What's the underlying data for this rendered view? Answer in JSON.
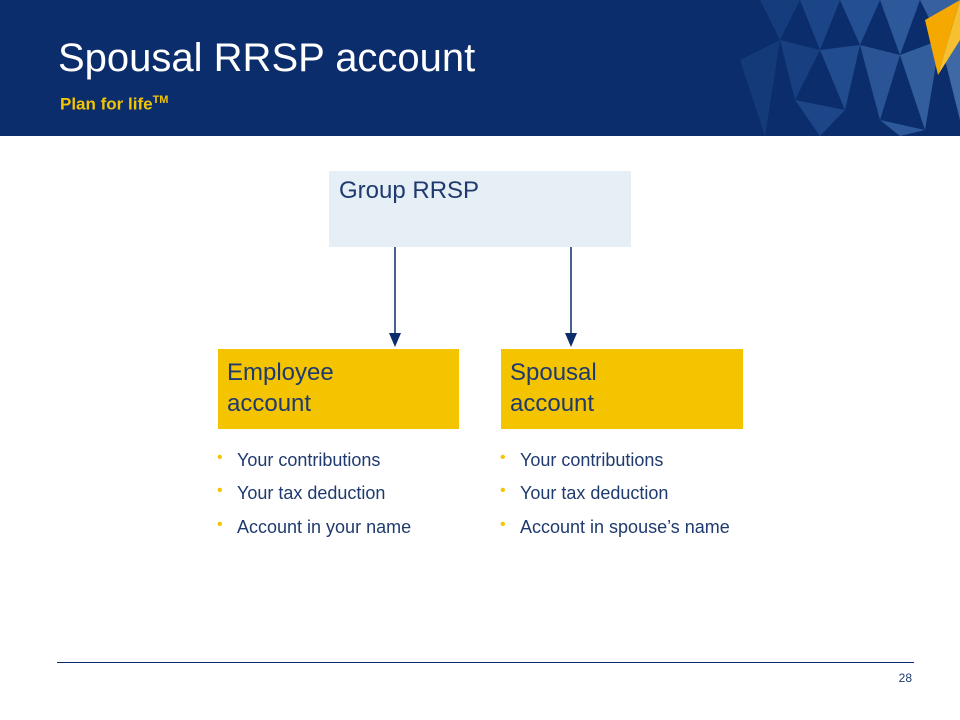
{
  "header": {
    "title": "Spousal RRSP account",
    "subtitle": "Plan for life",
    "subtitle_mark": "TM"
  },
  "diagram": {
    "top_box": {
      "label": "Group RRSP"
    },
    "left_box": {
      "label_line1": "Employee",
      "label_line2": "account"
    },
    "right_box": {
      "label_line1": "Spousal",
      "label_line2": "account"
    },
    "left_bullets": [
      "Your contributions",
      "Your tax deduction",
      "Account in your name"
    ],
    "right_bullets": [
      "Your contributions",
      "Your tax deduction",
      "Account in spouse’s name"
    ]
  },
  "footer": {
    "page_number": "28"
  },
  "colors": {
    "navy": "#0b2d6b",
    "gold": "#f5c400",
    "light_blue": "#e6eef6",
    "text": "#1f3a6e"
  }
}
